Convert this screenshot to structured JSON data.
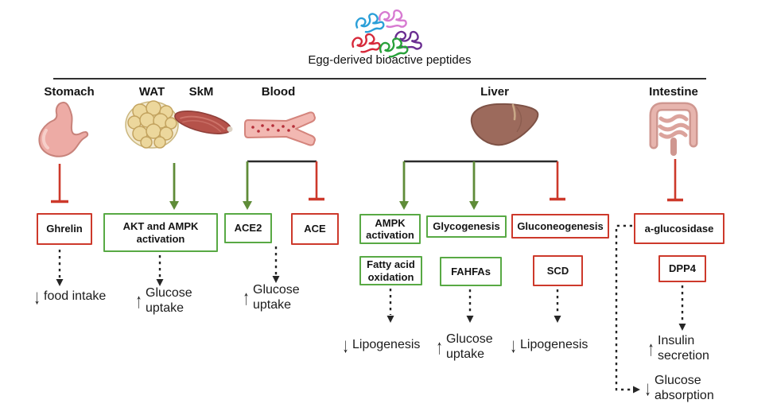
{
  "title": "Egg-derived bioactive peptides",
  "organs": {
    "stomach": {
      "label": "Stomach"
    },
    "wat": {
      "label": "WAT"
    },
    "skm": {
      "label": "SkM"
    },
    "blood": {
      "label": "Blood"
    },
    "liver": {
      "label": "Liver"
    },
    "intestine": {
      "label": "Intestine"
    }
  },
  "boxes": {
    "ghrelin": {
      "label": "Ghrelin",
      "effect": "inhibited"
    },
    "akt_ampk": {
      "label": "AKT and AMPK activation",
      "effect": "activated"
    },
    "ace2": {
      "label": "ACE2",
      "effect": "activated"
    },
    "ace": {
      "label": "ACE",
      "effect": "inhibited"
    },
    "ampk": {
      "label": "AMPK activation",
      "effect": "activated"
    },
    "glycogenesis": {
      "label": "Glycogenesis",
      "effect": "activated"
    },
    "gluconeogenesis": {
      "label": "Gluconeogenesis",
      "effect": "inhibited"
    },
    "a_glucosidase": {
      "label": "a-glucosidase",
      "effect": "inhibited"
    },
    "fatty_acid_oxidation": {
      "label": "Fatty acid oxidation",
      "effect": "activated"
    },
    "fahfas": {
      "label": "FAHFAs",
      "effect": "activated"
    },
    "scd": {
      "label": "SCD",
      "effect": "inhibited"
    },
    "dpp4": {
      "label": "DPP4",
      "effect": "inhibited"
    }
  },
  "outcomes": {
    "food_intake": {
      "arrow": "↓",
      "text": "food intake"
    },
    "glucose_uptake_wat_skm": {
      "arrow": "↑",
      "text": "Glucose uptake"
    },
    "glucose_uptake_blood": {
      "arrow": "↑",
      "text": "Glucose uptake"
    },
    "lipogenesis_fao": {
      "arrow": "↓",
      "text": "Lipogenesis"
    },
    "glucose_uptake_liver": {
      "arrow": "↑",
      "text": "Glucose uptake"
    },
    "lipogenesis_scd": {
      "arrow": "↓",
      "text": "Lipogenesis"
    },
    "insulin_secretion": {
      "arrow": "↑",
      "text": "Insulin secretion"
    },
    "glucose_absorption": {
      "arrow": "↓",
      "text": "Glucose absorption"
    }
  },
  "colors": {
    "inhibit_red": "#cd392b",
    "activate_green_border": "#58a944",
    "activate_green_arrow": "#5f8c38",
    "connector_black": "#2b2b2b",
    "peptide_colors": [
      "#2b9fd8",
      "#d77ad1",
      "#6a2d91",
      "#d6293a",
      "#28a13a"
    ]
  }
}
